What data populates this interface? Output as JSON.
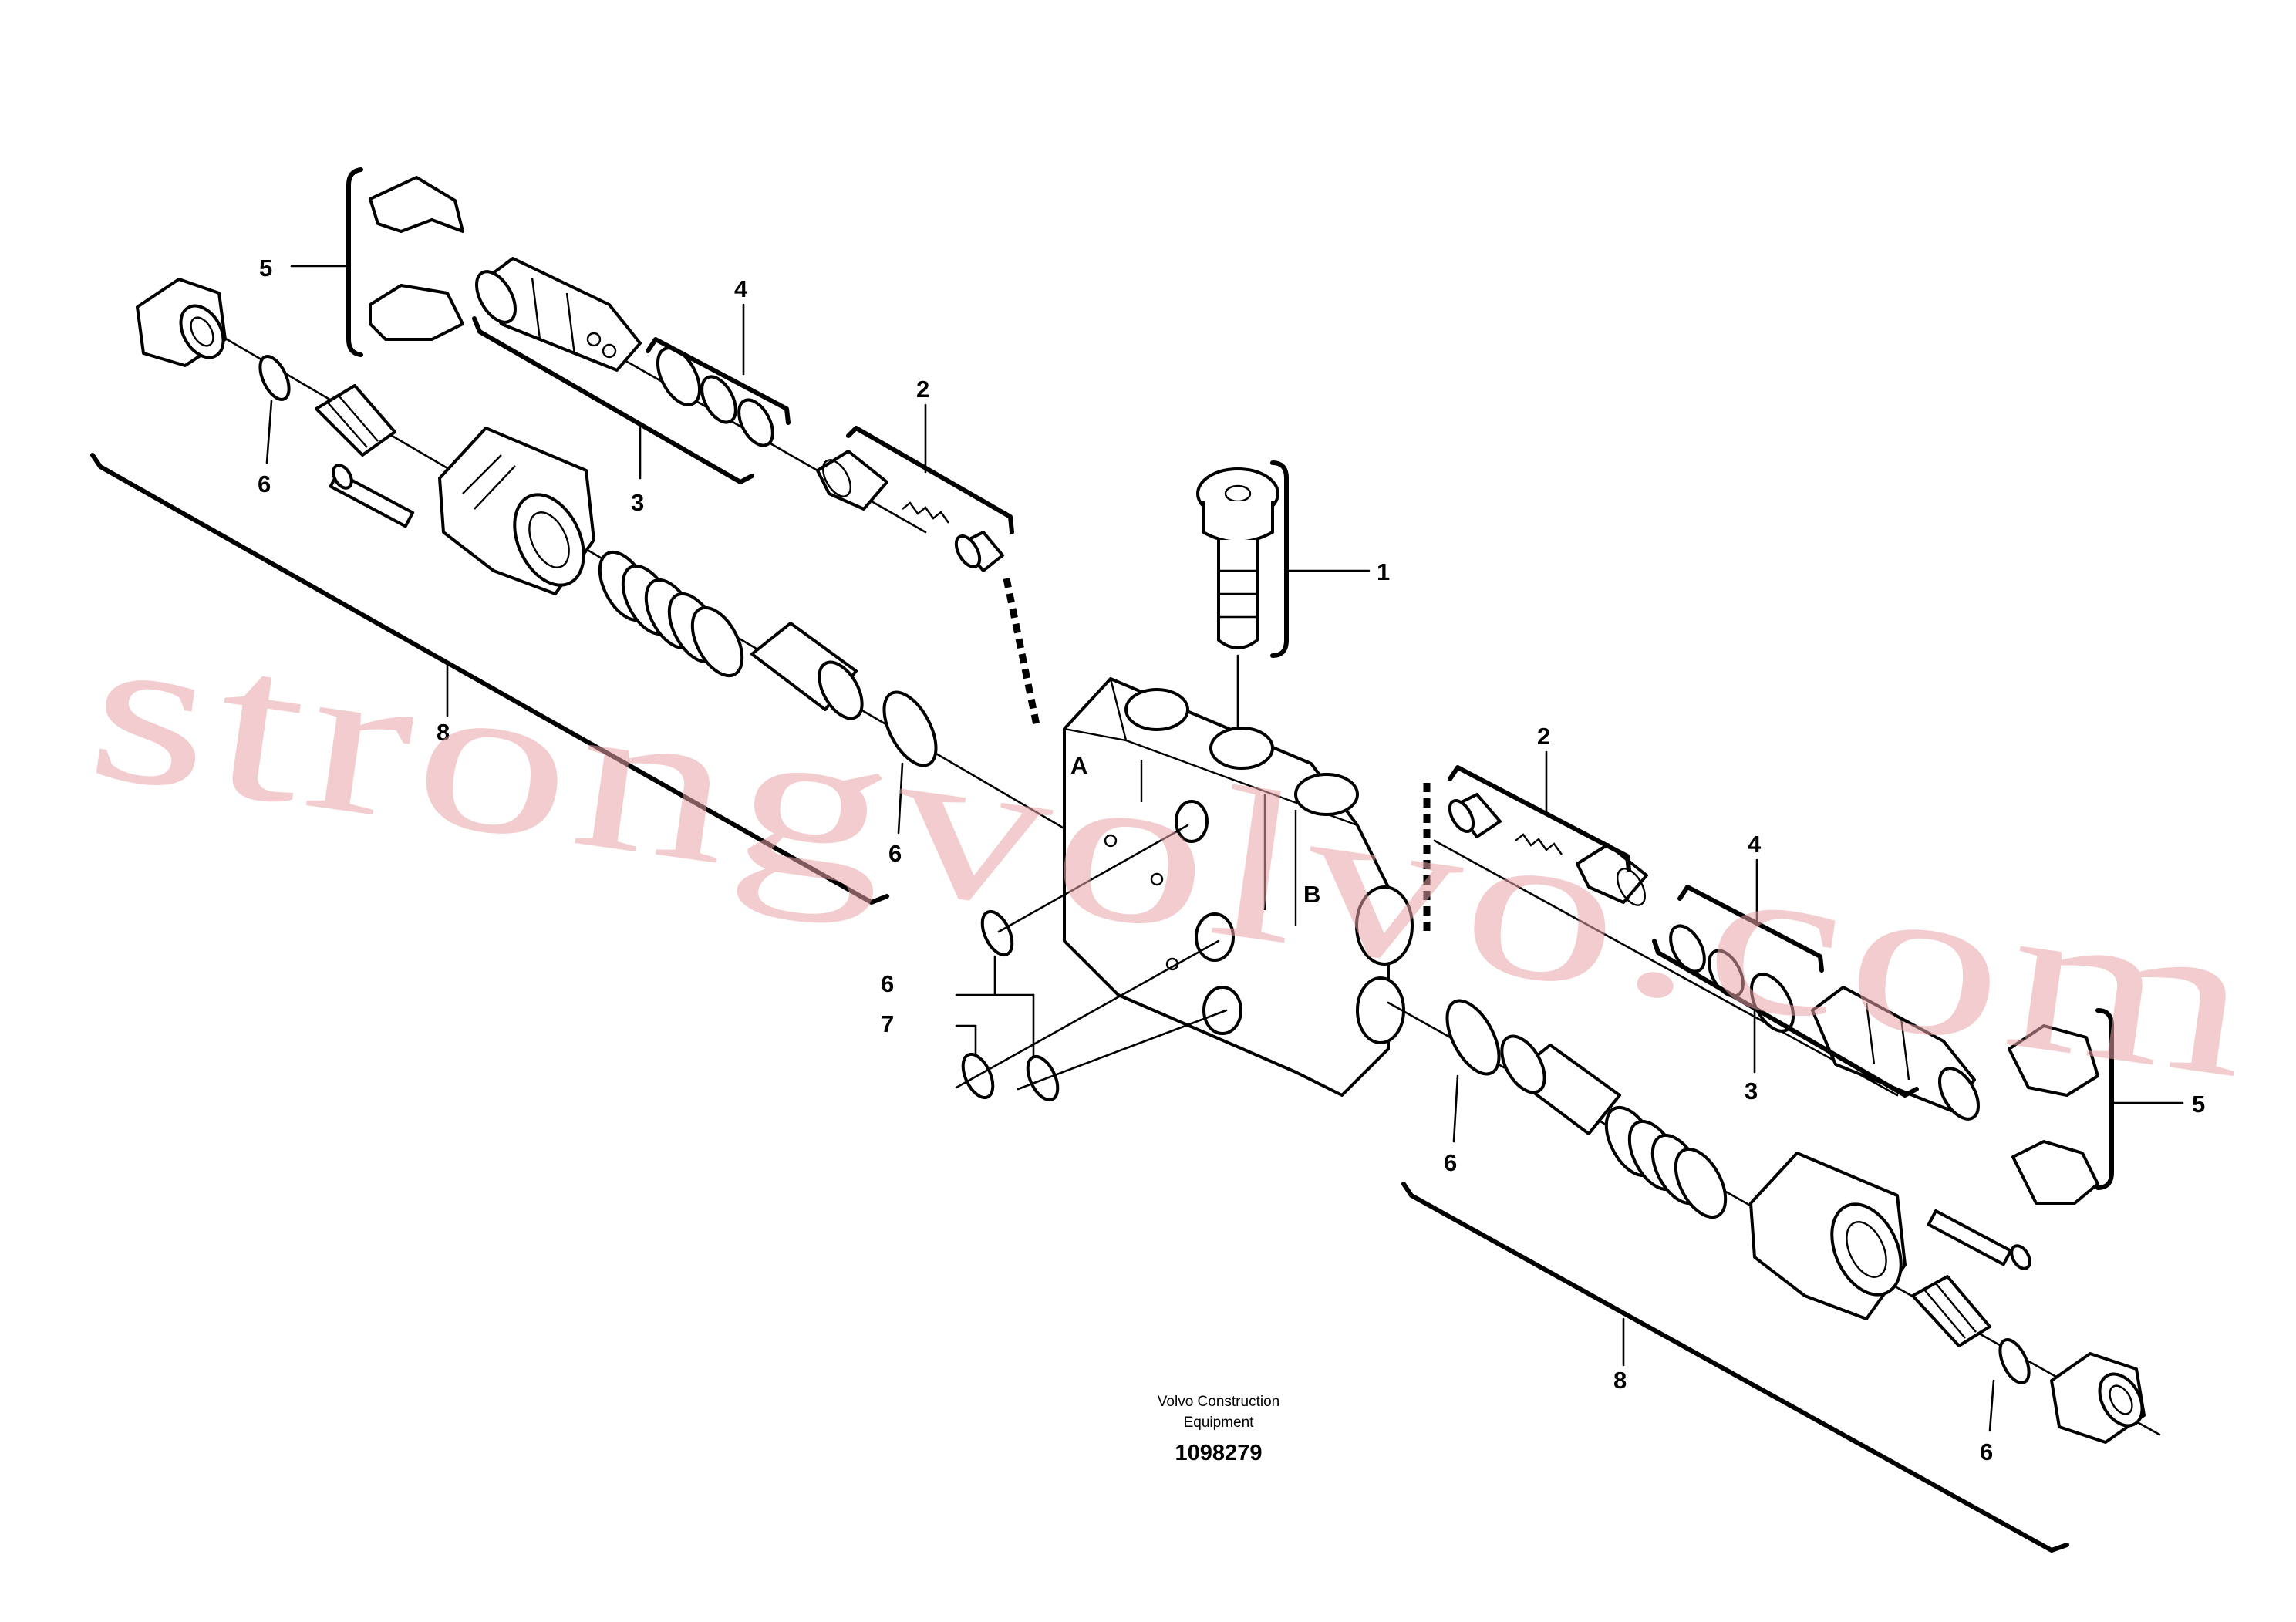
{
  "callouts": {
    "c1": "1",
    "c2_top": "2",
    "c2_right": "2",
    "c3_top": "3",
    "c3_right": "3",
    "c4_top": "4",
    "c4_right": "4",
    "c5_top": "5",
    "c5_right": "5",
    "c6_a": "6",
    "c6_b": "6",
    "c6_c": "6",
    "c6_d": "6",
    "c6_e": "6",
    "c7": "7",
    "c8_left": "8",
    "c8_right": "8"
  },
  "port_marks": {
    "a": "A",
    "b": "B"
  },
  "caption": {
    "company_line1": "Volvo Construction",
    "company_line2": "Equipment",
    "doc_number": "1098279"
  },
  "watermark": "strongvolvo.com"
}
